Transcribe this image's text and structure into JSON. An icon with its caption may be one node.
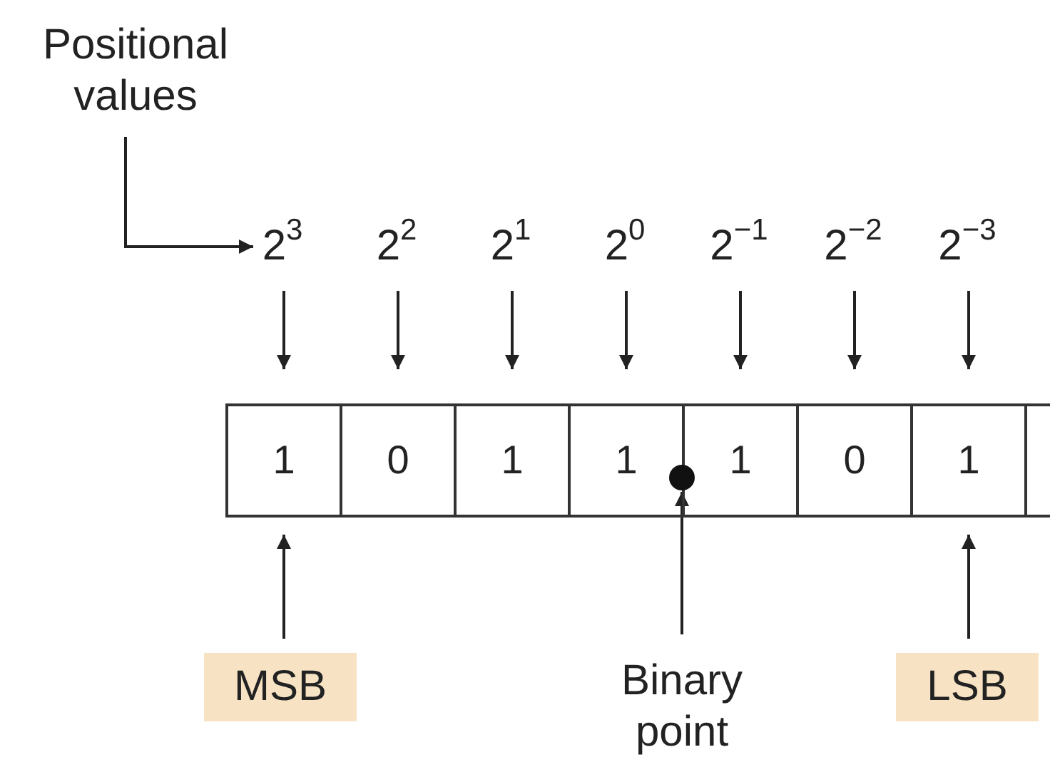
{
  "diagram": {
    "nodes": [
      {
        "text": [
          "Positional values"
        ]
      },
      {
        "text": [
          "2$^{3}$"
        ]
      },
      {
        "text": [
          "2$^{2}$"
        ]
      },
      {
        "text": [
          "2$^{1}$"
        ]
      },
      {
        "text": [
          "2$^{0}$"
        ]
      },
      {
        "text": [
          "2$^{−1}$"
        ]
      },
      {
        "text": [
          "2$^{−2}$"
        ]
      },
      {
        "text": [
          "2$^{−3}$"
        ]
      },
      {
        "text": [
          "1"
        ]
      },
      {
        "text": [
          "0"
        ]
      },
      {
        "text": [
          "1"
        ]
      },
      {
        "text": [
          "1"
        ]
      },
      {
        "text": [
          "1"
        ]
      },
      {
        "text": [
          "0"
        ]
      },
      {
        "text": [
          "1"
        ]
      },
      {
        "text": [],
        "shape": "box"
      },
      {
        "text": [],
        "shape": "circle"
      },
      {
        "text": [
          "MSB"
        ]
      },
      {
        "text": [
          "Binary point"
        ]
      },
      {
        "text": [
          "LSB"
        ]
      }
    ],
    "edges": [
      {
        "from": 0,
        "to": 1,
        "arrow": "to"
      },
      {
        "from": 1,
        "to": 8,
        "arrow": "to"
      },
      {
        "from": 2,
        "to": 9,
        "arrow": "to"
      },
      {
        "from": 3,
        "to": 10,
        "arrow": "to"
      },
      {
        "from": 4,
        "to": 11,
        "arrow": "to"
      },
      {
        "from": 5,
        "to": 12,
        "arrow": "to"
      },
      {
        "from": 6,
        "to": 13,
        "arrow": "to"
      },
      {
        "from": 7,
        "to": 14,
        "arrow": "to"
      },
      {
        "from": 17,
        "to": 8,
        "arrow": "to"
      },
      {
        "from": 18,
        "to": 16,
        "arrow": "to"
      },
      {
        "from": 19,
        "to": 14,
        "arrow": "to"
      }
    ]
  }
}
